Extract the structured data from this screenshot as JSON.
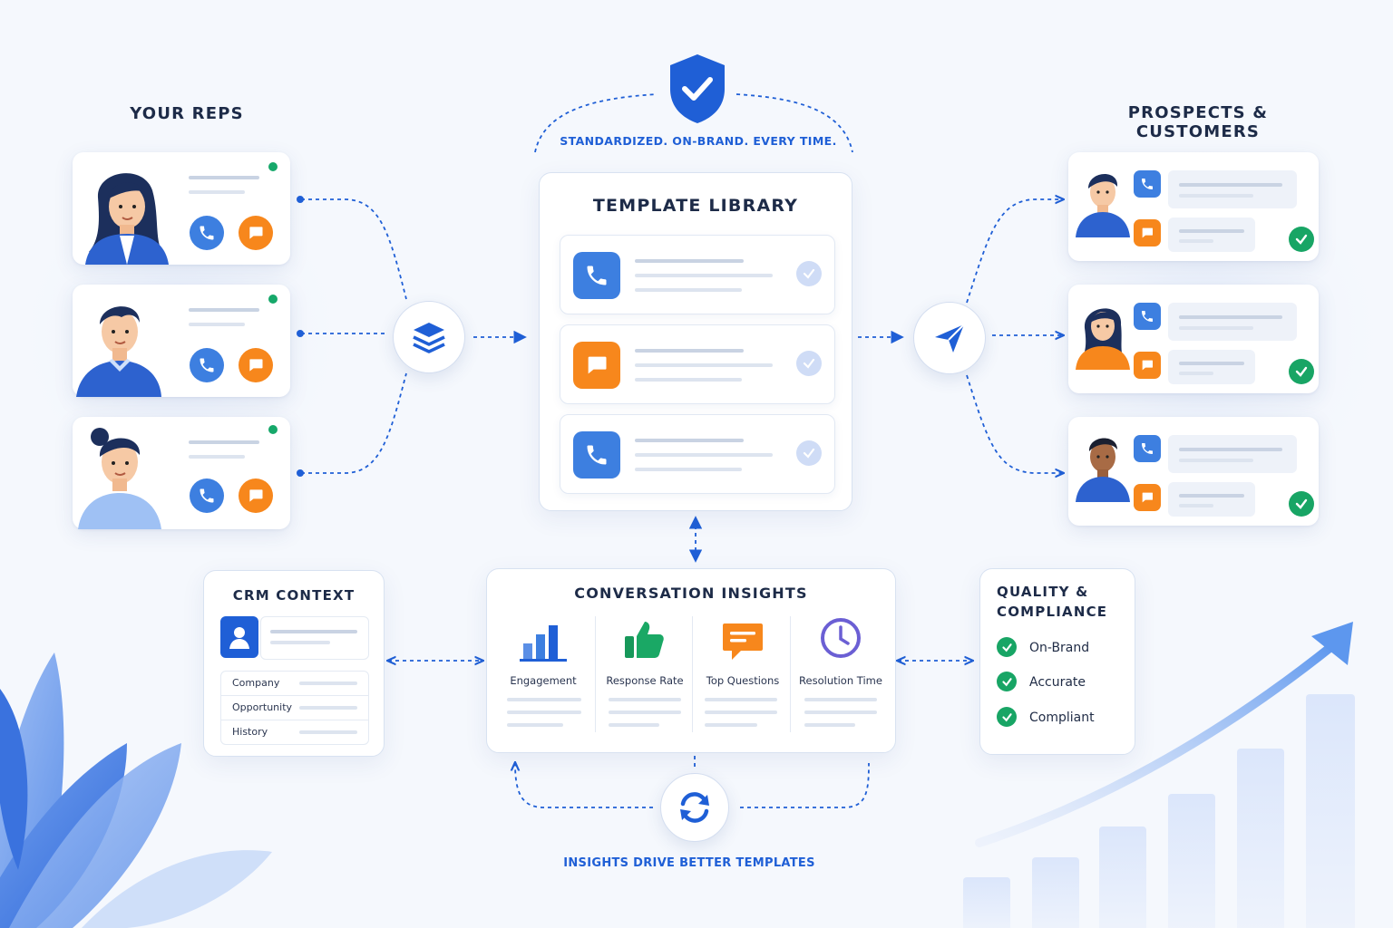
{
  "colors": {
    "brand_blue": "#1f5fd6",
    "phone_blue": "#3d7fe0",
    "chat_orange": "#f7871c",
    "check_green": "#18a565",
    "heading_navy": "#1d2b48"
  },
  "banner": {
    "label": "STANDARDIZED. ON-BRAND. EVERY TIME.",
    "icon": "shield-check-icon"
  },
  "reps": {
    "heading": "YOUR REPS",
    "cards": [
      {
        "avatar": "woman-avatar",
        "status": "online",
        "channels": [
          "phone-icon",
          "chat-icon"
        ]
      },
      {
        "avatar": "man-avatar",
        "status": "online",
        "channels": [
          "phone-icon",
          "chat-icon"
        ]
      },
      {
        "avatar": "woman-bun-avatar",
        "status": "online",
        "channels": [
          "phone-icon",
          "chat-icon"
        ]
      }
    ]
  },
  "template_library": {
    "heading": "TEMPLATE LIBRARY",
    "items": [
      {
        "icon": "phone-icon",
        "checked": true
      },
      {
        "icon": "chat-icon",
        "checked": true
      },
      {
        "icon": "phone-icon",
        "checked": true
      }
    ]
  },
  "hubs": {
    "left": "layers-icon",
    "right": "send-icon",
    "bottom": "refresh-icon"
  },
  "prospects": {
    "heading": "PROSPECTS & CUSTOMERS",
    "cards": [
      {
        "avatar": "man-avatar",
        "delivered": true
      },
      {
        "avatar": "woman-avatar",
        "delivered": true
      },
      {
        "avatar": "man-dark-avatar",
        "delivered": true
      }
    ]
  },
  "crm_context": {
    "heading": "CRM CONTEXT",
    "fields": [
      "Company",
      "Opportunity",
      "History"
    ]
  },
  "conversation_insights": {
    "heading": "CONVERSATION INSIGHTS",
    "metrics": [
      {
        "label": "Engagement",
        "icon": "bar-chart-icon"
      },
      {
        "label": "Response Rate",
        "icon": "thumbs-up-icon"
      },
      {
        "label": "Top Questions",
        "icon": "chat-icon"
      },
      {
        "label": "Resolution Time",
        "icon": "clock-icon"
      }
    ]
  },
  "quality_compliance": {
    "heading_line1": "QUALITY &",
    "heading_line2": "COMPLIANCE",
    "items": [
      "On-Brand",
      "Accurate",
      "Compliant"
    ]
  },
  "feedback": {
    "label": "INSIGHTS DRIVE BETTER TEMPLATES"
  }
}
